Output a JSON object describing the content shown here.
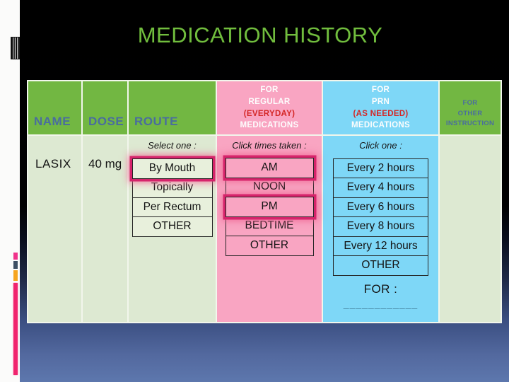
{
  "slide": {
    "title": "MEDICATION HISTORY"
  },
  "table": {
    "headers": {
      "name": "NAME",
      "dose": "DOSE",
      "route": "ROUTE",
      "regular": {
        "l1": "FOR",
        "l2": "REGULAR",
        "l3": "(EVERYDAY)",
        "l4": "MEDICATIONS"
      },
      "prn": {
        "l1": "FOR",
        "l2": "PRN",
        "l3": "(AS NEEDED)",
        "l4": "MEDICATIONS"
      },
      "other": {
        "l1": "FOR",
        "l2": "OTHER",
        "l3": "INSTRUCTION"
      }
    },
    "row": {
      "name": "LASIX",
      "dose": "40 mg",
      "route": {
        "prompt": "Select one :",
        "options": [
          {
            "label": "By Mouth",
            "selected": true
          },
          {
            "label": "Topically",
            "selected": false
          },
          {
            "label": "Per Rectum",
            "selected": false
          },
          {
            "label": "OTHER",
            "selected": false
          }
        ]
      },
      "regular": {
        "prompt": "Click times taken :",
        "options": [
          {
            "label": "AM",
            "selected": true
          },
          {
            "label": "NOON",
            "selected": false
          },
          {
            "label": "PM",
            "selected": true
          },
          {
            "label": "BEDTIME",
            "selected": false
          },
          {
            "label": "OTHER",
            "selected": false
          }
        ]
      },
      "prn": {
        "prompt": "Click one :",
        "options": [
          {
            "label": "Every 2 hours",
            "selected": false
          },
          {
            "label": "Every 4 hours",
            "selected": false
          },
          {
            "label": "Every 6 hours",
            "selected": false
          },
          {
            "label": "Every 8 hours",
            "selected": false
          },
          {
            "label": "Every 12 hours",
            "selected": false
          },
          {
            "label": "OTHER",
            "selected": false
          }
        ],
        "for_label": "FOR :",
        "blank": "____________"
      }
    }
  },
  "colors": {
    "title_green": "#71bd3e",
    "header_green": "#72b742",
    "header_text_blue": "#4a6d9e",
    "pink_column": "#f9a5c2",
    "blue_column": "#7ed7f7",
    "body_green": "#dde9d2",
    "red_text": "#d42726",
    "highlight_ring": "#d6246b",
    "accent_pink": "#f0338b",
    "accent_slate": "#3d4f63",
    "accent_orange": "#f6a51f",
    "accent_magenta": "#f0246e"
  }
}
